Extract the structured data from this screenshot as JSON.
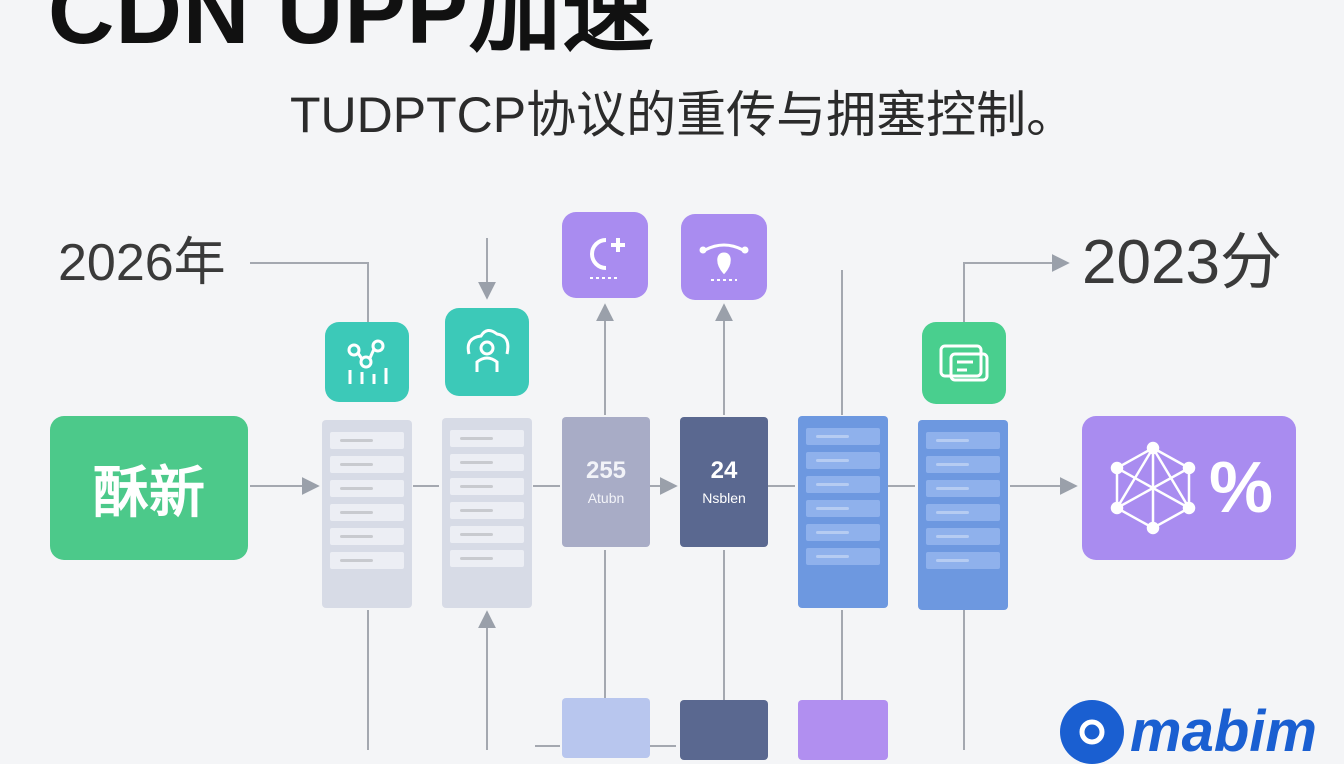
{
  "header": {
    "title": "CDN UPP加速",
    "subtitle": "TUDPTCP协议的重传与拥塞控制。"
  },
  "labels": {
    "left_year": "2026年",
    "right_value": "2023分"
  },
  "blocks": {
    "left_text": "酥新",
    "right_symbol": "%"
  },
  "cards": [
    {
      "number": "255",
      "sub": "Atubn"
    },
    {
      "number": "24",
      "sub": "Nsblen"
    }
  ],
  "logo": {
    "text": "mabim"
  },
  "colors": {
    "teal": "#3cc9b8",
    "purple": "#a98cf0",
    "green": "#4cc98a",
    "server_blue": "#6d98e0",
    "server_light": "#d7dbe6",
    "brand_blue": "#1a5fd1"
  },
  "icons": {
    "tile_1": "network-nodes-icon",
    "tile_2": "person-cloud-icon",
    "tile_3": "c-plus-icon",
    "tile_4": "location-pin-icon",
    "tile_5": "id-card-icon",
    "right_block": "network-graph-icon"
  }
}
